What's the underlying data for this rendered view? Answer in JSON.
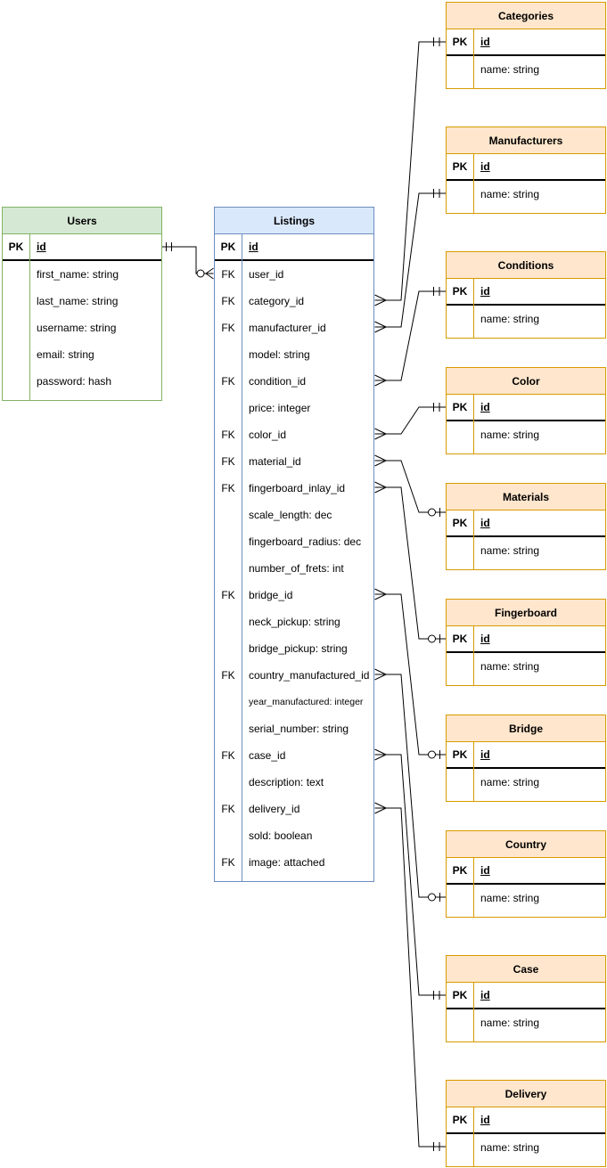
{
  "diagram": {
    "colors": {
      "users_fill": "#d5e8d4",
      "users_stroke": "#82b366",
      "listings_fill": "#dae8fc",
      "listings_stroke": "#6c8ebf",
      "lookup_fill": "#ffe6cc",
      "lookup_stroke": "#d79b00",
      "connector": "#000000"
    },
    "tables": {
      "users": {
        "title": "Users",
        "pk": {
          "key": "PK",
          "label": "id"
        },
        "rows": [
          {
            "label": "first_name: string"
          },
          {
            "label": "last_name: string"
          },
          {
            "label": "username: string"
          },
          {
            "label": "email: string"
          },
          {
            "label": "password: hash"
          }
        ]
      },
      "listings": {
        "title": "Listings",
        "pk": {
          "key": "PK",
          "label": "id"
        },
        "rows": [
          {
            "key": "FK",
            "label": "user_id"
          },
          {
            "key": "FK",
            "label": "category_id"
          },
          {
            "key": "FK",
            "label": "manufacturer_id"
          },
          {
            "label": "model: string"
          },
          {
            "key": "FK",
            "label": "condition_id"
          },
          {
            "label": "price: integer"
          },
          {
            "key": "FK",
            "label": "color_id"
          },
          {
            "key": "FK",
            "label": "material_id"
          },
          {
            "key": "FK",
            "label": "fingerboard_inlay_id"
          },
          {
            "label": "scale_length: dec"
          },
          {
            "label": "fingerboard_radius: dec"
          },
          {
            "label": "number_of_frets: int"
          },
          {
            "key": "FK",
            "label": "bridge_id"
          },
          {
            "label": "neck_pickup: string"
          },
          {
            "label": "bridge_pickup: string"
          },
          {
            "key": "FK",
            "label": "country_manufactured_id"
          },
          {
            "label": "year_manufactured: integer"
          },
          {
            "label": "serial_number: string"
          },
          {
            "key": "FK",
            "label": "case_id"
          },
          {
            "label": "description: text"
          },
          {
            "key": "FK",
            "label": "delivery_id"
          },
          {
            "label": "sold: boolean"
          },
          {
            "key": "FK",
            "label": "image: attached"
          }
        ]
      },
      "categories": {
        "title": "Categories",
        "pk": {
          "key": "PK",
          "label": "id"
        },
        "rows": [
          {
            "label": "name: string"
          }
        ]
      },
      "manufacturers": {
        "title": "Manufacturers",
        "pk": {
          "key": "PK",
          "label": "id"
        },
        "rows": [
          {
            "label": "name: string"
          }
        ]
      },
      "conditions": {
        "title": "Conditions",
        "pk": {
          "key": "PK",
          "label": "id"
        },
        "rows": [
          {
            "label": "name: string"
          }
        ]
      },
      "color": {
        "title": "Color",
        "pk": {
          "key": "PK",
          "label": "id"
        },
        "rows": [
          {
            "label": "name: string"
          }
        ]
      },
      "materials": {
        "title": "Materials",
        "pk": {
          "key": "PK",
          "label": "id"
        },
        "rows": [
          {
            "label": "name: string"
          }
        ]
      },
      "fingerboard": {
        "title": "Fingerboard",
        "pk": {
          "key": "PK",
          "label": "id"
        },
        "rows": [
          {
            "label": "name: string"
          }
        ]
      },
      "bridge": {
        "title": "Bridge",
        "pk": {
          "key": "PK",
          "label": "id"
        },
        "rows": [
          {
            "label": "name: string"
          }
        ]
      },
      "country": {
        "title": "Country",
        "pk": {
          "key": "PK",
          "label": "id"
        },
        "rows": [
          {
            "label": "name: string"
          }
        ]
      },
      "case": {
        "title": "Case",
        "pk": {
          "key": "PK",
          "label": "id"
        },
        "rows": [
          {
            "label": "name: string"
          }
        ]
      },
      "delivery": {
        "title": "Delivery",
        "pk": {
          "key": "PK",
          "label": "id"
        },
        "rows": [
          {
            "label": "name: string"
          }
        ]
      }
    },
    "relationships": [
      {
        "from": "listings.user_id",
        "to": "users.id",
        "route": "elbow-left",
        "from_cardinality": "zero-or-many",
        "to_cardinality": "exactly-one"
      },
      {
        "from": "listings.category_id",
        "to": "categories.id",
        "to_anchor": "pk",
        "from_cardinality": "many",
        "to_cardinality": "exactly-one"
      },
      {
        "from": "listings.manufacturer_id",
        "to": "manufacturers.id",
        "to_anchor": "name",
        "from_cardinality": "many",
        "to_cardinality": "exactly-one"
      },
      {
        "from": "listings.condition_id",
        "to": "conditions.id",
        "to_anchor": "pk",
        "from_cardinality": "many",
        "to_cardinality": "exactly-one"
      },
      {
        "from": "listings.color_id",
        "to": "color.id",
        "to_anchor": "pk",
        "from_cardinality": "many",
        "to_cardinality": "exactly-one"
      },
      {
        "from": "listings.material_id",
        "to": "materials.id",
        "to_anchor": "pk-top",
        "from_cardinality": "many",
        "to_cardinality": "zero-or-one"
      },
      {
        "from": "listings.fingerboard_inlay_id",
        "to": "fingerboard.id",
        "to_anchor": "pk",
        "from_cardinality": "many",
        "to_cardinality": "zero-or-one"
      },
      {
        "from": "listings.bridge_id",
        "to": "bridge.id",
        "to_anchor": "pk",
        "from_cardinality": "many",
        "to_cardinality": "zero-or-one"
      },
      {
        "from": "listings.country_manufactured_id",
        "to": "country.id",
        "to_anchor": "name",
        "from_cardinality": "many",
        "to_cardinality": "zero-or-one"
      },
      {
        "from": "listings.case_id",
        "to": "case.id",
        "to_anchor": "pk",
        "from_cardinality": "many",
        "to_cardinality": "exactly-one"
      },
      {
        "from": "listings.delivery_id",
        "to": "delivery.id",
        "to_anchor": "name",
        "from_cardinality": "many",
        "to_cardinality": "exactly-one"
      }
    ]
  }
}
